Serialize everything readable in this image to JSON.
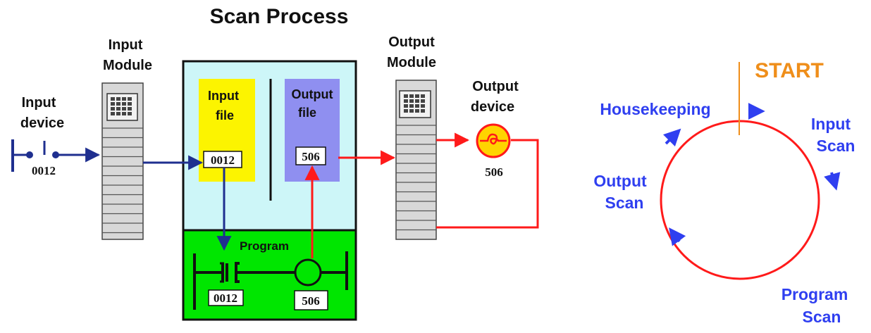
{
  "title": "Scan Process",
  "input_device": {
    "label_line1": "Input",
    "label_line2": "device",
    "address": "0012"
  },
  "input_module": {
    "label_line1": "Input",
    "label_line2": "Module"
  },
  "input_file": {
    "label_line1": "Input",
    "label_line2": "file",
    "address": "0012"
  },
  "output_file": {
    "label_line1": "Output",
    "label_line2": "file",
    "address": "506"
  },
  "output_module": {
    "label_line1": "Output",
    "label_line2": "Module"
  },
  "output_device": {
    "label_line1": "Output",
    "label_line2": "device",
    "address": "506"
  },
  "program": {
    "label": "Program",
    "contact_address": "0012",
    "coil_address": "506"
  },
  "scan_cycle": {
    "start_label": "START",
    "housekeeping": "Housekeeping",
    "input_scan_line1": "Input",
    "input_scan_line2": "Scan",
    "program_scan_line1": "Program",
    "program_scan_line2": "Scan",
    "output_scan_line1": "Output",
    "output_scan_line2": "Scan"
  },
  "colors": {
    "processor_bg": "#cdf6f8",
    "program_bg": "#00e600",
    "input_file_bg": "#fcf400",
    "output_file_bg": "#8f8ff0",
    "module_bg": "#d8d8d8",
    "signal_in": "#1f2f8f",
    "signal_out": "#ff1a1a",
    "cycle_text": "#2f3ff0",
    "start_color": "#ef8e1a",
    "lamp_fill": "#ffd400"
  }
}
